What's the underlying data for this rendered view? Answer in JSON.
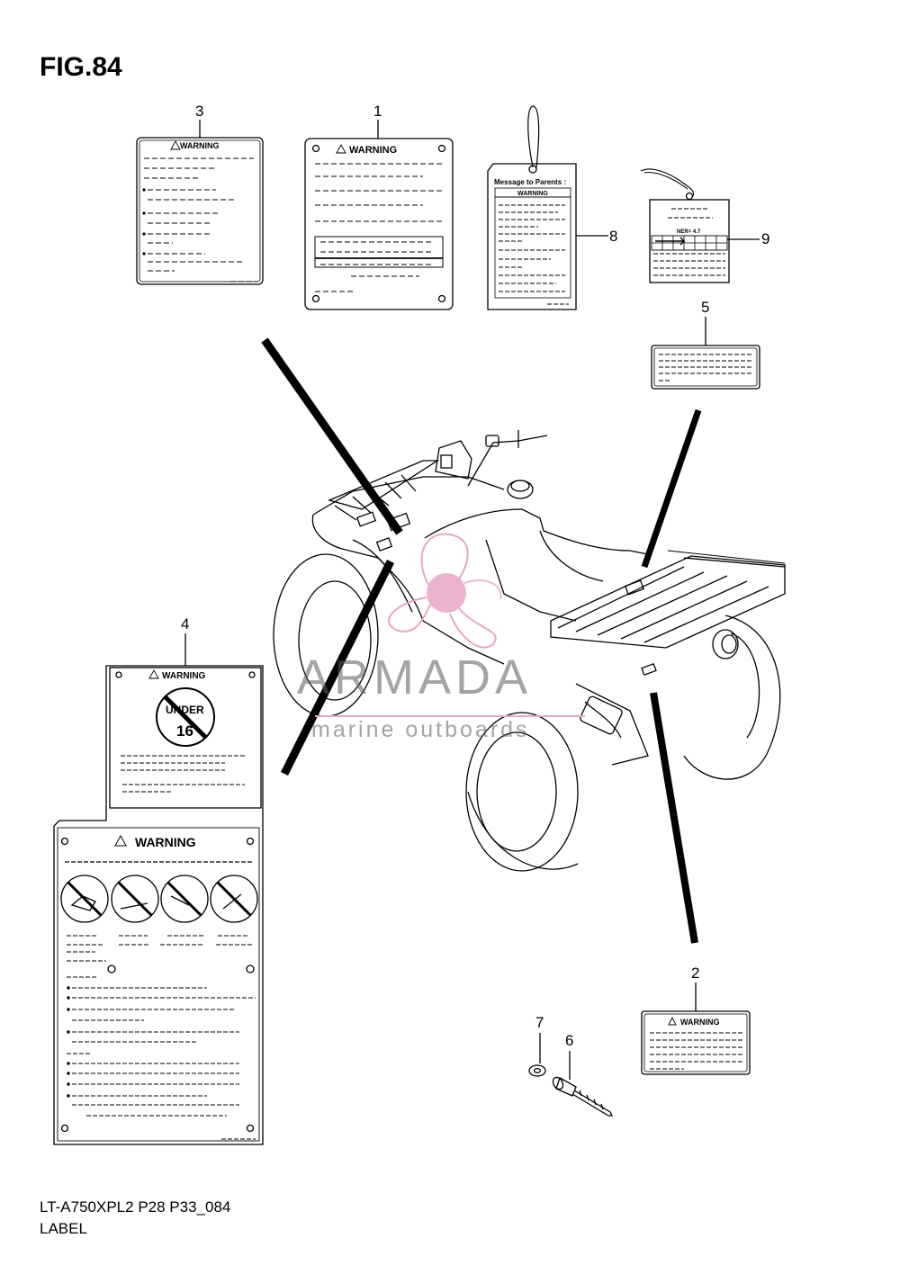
{
  "figure": {
    "title": "FIG.84"
  },
  "footer": {
    "model_code": "LT-A750XPL2 P28 P33_084",
    "section": "LABEL"
  },
  "labels": {
    "warning": "WARNING",
    "message_to_parents": "Message to Parents :",
    "ner_value": "NER= 4.7",
    "under": "UNDER",
    "under_age": "16"
  },
  "callouts": {
    "c1": "1",
    "c2": "2",
    "c3": "3",
    "c4": "4",
    "c5": "5",
    "c6": "6",
    "c7": "7",
    "c8": "8",
    "c9": "9"
  },
  "watermark": {
    "brand": "ARMADA",
    "tagline": "marine outboards",
    "accent_color": "#e7a6c8"
  }
}
